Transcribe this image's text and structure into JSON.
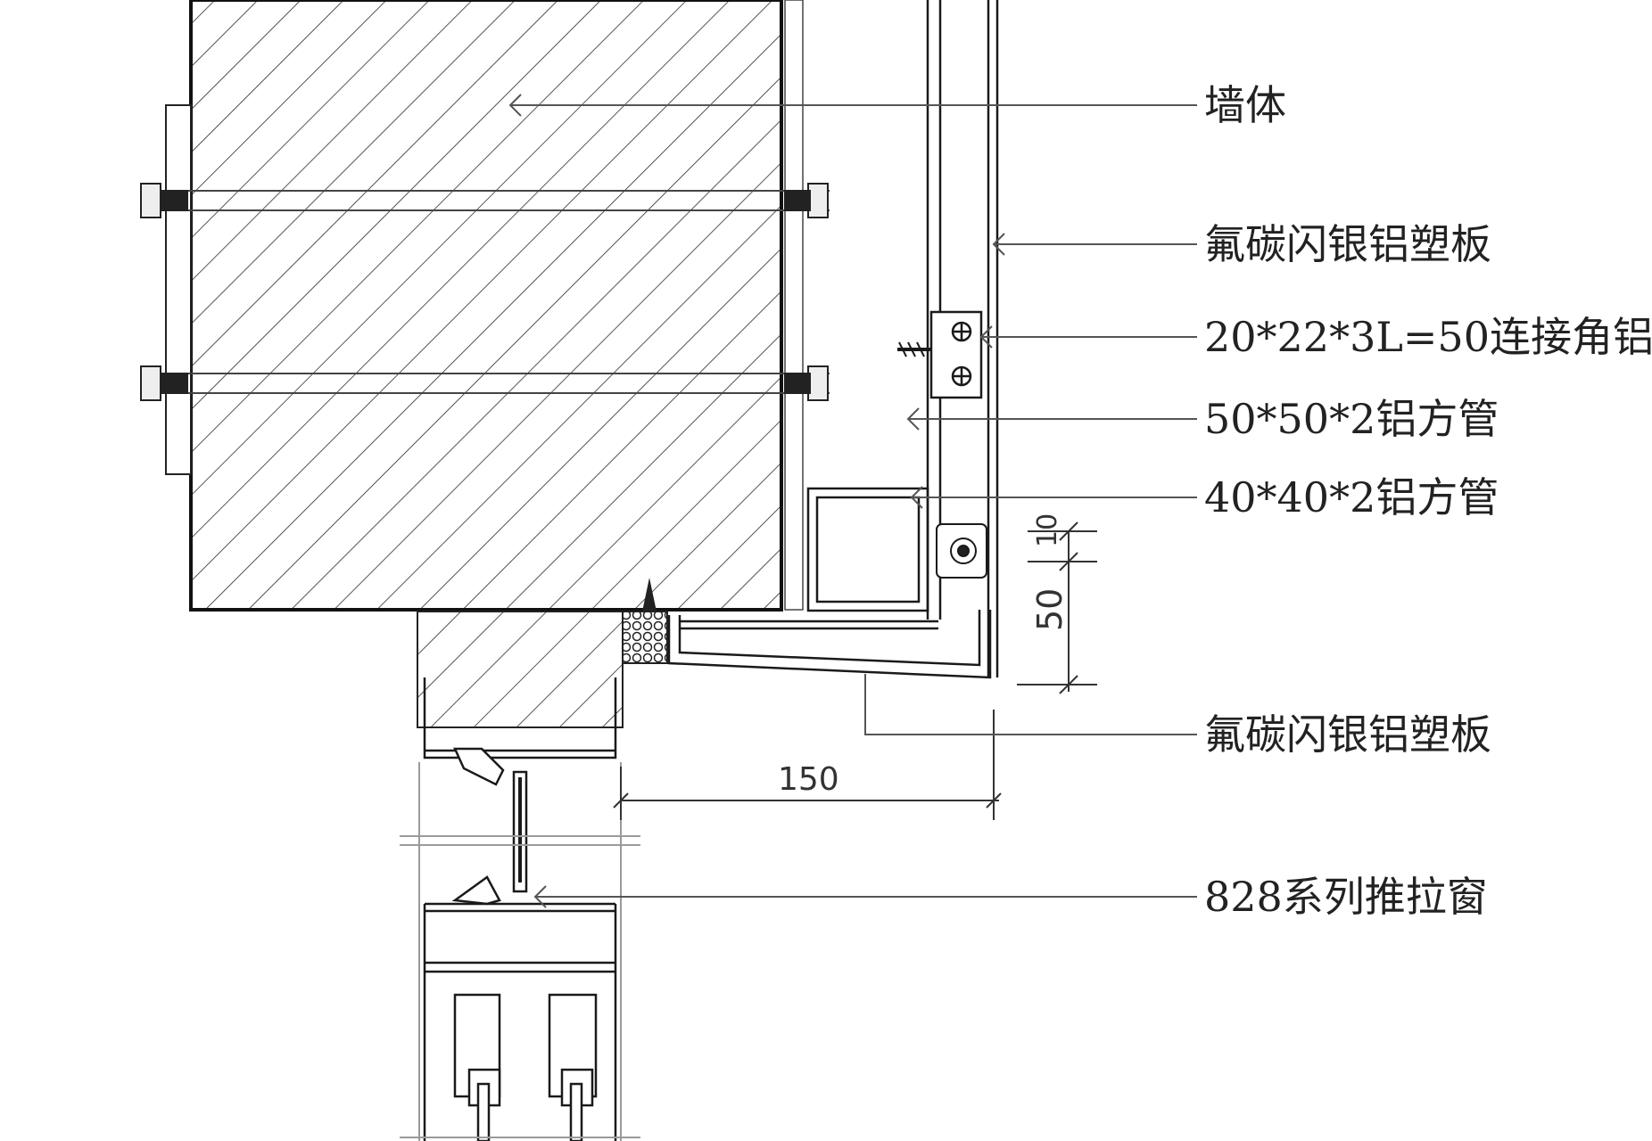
{
  "labels": {
    "wall": "墙体",
    "panel_top": "氟碳闪银铝塑板",
    "angle": "20*22*3L=50连接角铝",
    "tube_50": "50*50*2铝方管",
    "tube_40": "40*40*2铝方管",
    "panel_bottom": "氟碳闪银铝塑板",
    "window": "828系列推拉窗"
  },
  "dimensions": {
    "d10": "10",
    "d50": "50",
    "d150": "150"
  },
  "colors": {
    "line": "#1a1a1a",
    "leader": "#555555",
    "faint": "#9a9a9a"
  }
}
